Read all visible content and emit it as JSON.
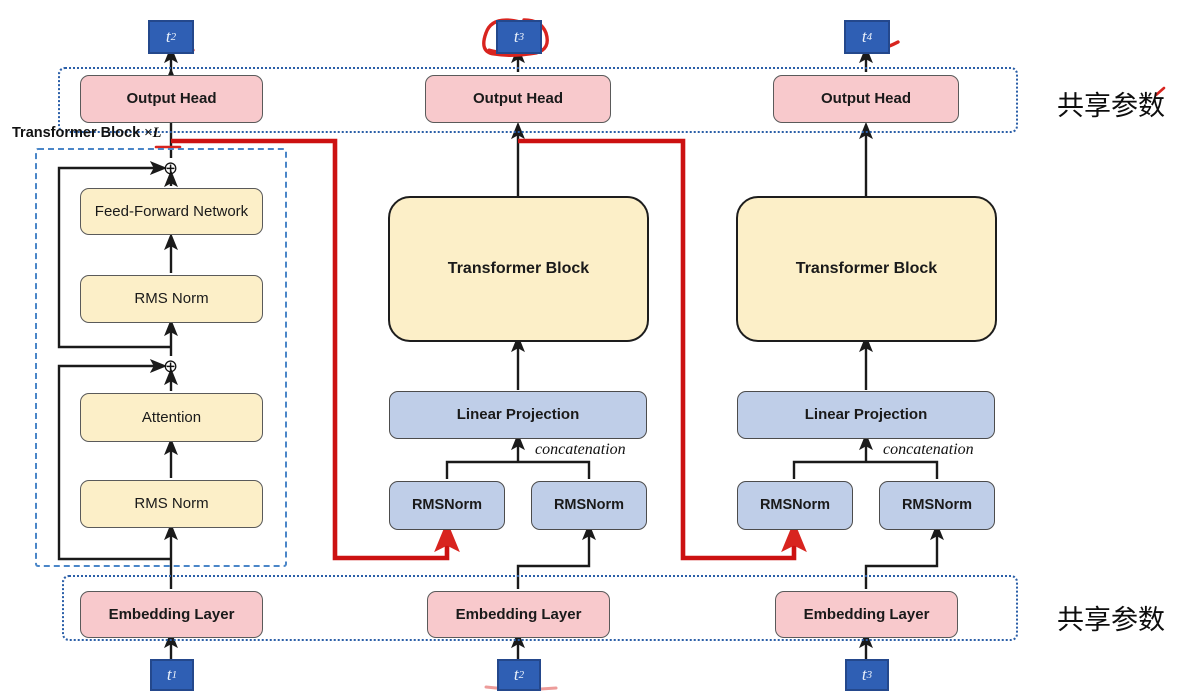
{
  "diagram": {
    "title": "Multi-Token Prediction Transformer Architecture",
    "colors": {
      "pink_fill": "#f8c9cc",
      "yellow_fill": "#fcefc8",
      "blue_fill": "#bfcee8",
      "token_fill": "#2f5fb4",
      "dotted_border": "#2b5fa8",
      "dashed_border": "#4a86c8",
      "annotation_red": "#d8241f",
      "arrow_black": "#1a1a1a"
    },
    "labels": {
      "transformer_block_x": "Transformer Block ",
      "multiplier_symbol": "×",
      "multiplier_value": "L",
      "shared_params_top": "共享参数",
      "shared_params_bottom": "共享参数",
      "concatenation_mid": "concatenation",
      "concatenation_right": "concatenation"
    },
    "output_tokens": [
      {
        "base": "t",
        "sub": "2",
        "name": "t2"
      },
      {
        "base": "t",
        "sub": "3",
        "name": "t3"
      },
      {
        "base": "t",
        "sub": "4",
        "name": "t4"
      }
    ],
    "input_tokens": [
      {
        "base": "t",
        "sub": "1",
        "name": "t1"
      },
      {
        "base": "t",
        "sub": "2",
        "name": "t2"
      },
      {
        "base": "t",
        "sub": "3",
        "name": "t3"
      }
    ],
    "output_heads": [
      {
        "label": "Output Head"
      },
      {
        "label": "Output Head"
      },
      {
        "label": "Output Head"
      }
    ],
    "embedding_layers": [
      {
        "label": "Embedding Layer"
      },
      {
        "label": "Embedding Layer"
      },
      {
        "label": "Embedding Layer"
      }
    ],
    "main_branch": {
      "feed_forward": "Feed-Forward Network",
      "rms_norm_upper": "RMS Norm",
      "attention": "Attention",
      "rms_norm_lower": "RMS Norm",
      "add_symbol_upper": "⊕",
      "add_symbol_lower": "⊕"
    },
    "mtp_modules": [
      {
        "transformer_block": "Transformer Block",
        "linear_projection": "Linear Projection",
        "rmsnorm_left": "RMSNorm",
        "rmsnorm_right": "RMSNorm"
      },
      {
        "transformer_block": "Transformer Block",
        "linear_projection": "Linear Projection",
        "rmsnorm_left": "RMSNorm",
        "rmsnorm_right": "RMSNorm"
      }
    ],
    "annotations": [
      {
        "kind": "circle",
        "target": "t3-output-token"
      },
      {
        "kind": "underline",
        "target": "t2-output-token"
      },
      {
        "kind": "underline",
        "target": "output-head-middle"
      },
      {
        "kind": "underline",
        "target": "output-head-right"
      },
      {
        "kind": "strike",
        "target": "t4-output-token"
      },
      {
        "kind": "underline",
        "target": "transformer-block-multiplier"
      },
      {
        "kind": "underline",
        "target": "transformer-block-middle"
      },
      {
        "kind": "underline",
        "target": "linear-projection-middle"
      },
      {
        "kind": "underline",
        "target": "t2-input-token"
      },
      {
        "kind": "pen-mark",
        "target": "shared-params-top"
      }
    ]
  }
}
